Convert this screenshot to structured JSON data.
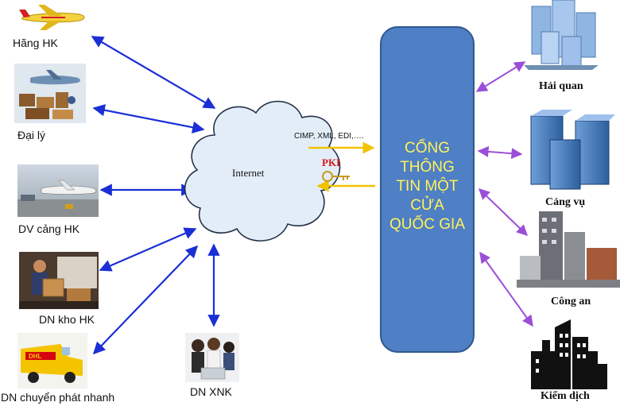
{
  "left_nodes": [
    {
      "label": "Hãng HK",
      "icon": "airplane-icon"
    },
    {
      "label": "Đại lý",
      "icon": "cargo-plane-icon"
    },
    {
      "label": "DV cảng HK",
      "icon": "airport-apron-icon"
    },
    {
      "label": "DN kho HK",
      "icon": "warehouse-worker-icon"
    },
    {
      "label": "DN chuyển phát nhanh",
      "icon": "express-van-icon"
    }
  ],
  "bottom_node": {
    "label": "DN XNK",
    "icon": "office-workers-icon"
  },
  "cloud": {
    "label": "Internet"
  },
  "link_top": {
    "label": "CIMP, XML, EDI,…."
  },
  "link_bottom": {
    "label": "PKI",
    "icon": "key-icon"
  },
  "hub": {
    "lines": [
      "CỔNG",
      "THÔNG",
      "TIN MỘT",
      "CỬA",
      "QUỐC GIA"
    ]
  },
  "right_nodes": [
    {
      "label": "Hải quan",
      "icon": "buildings-icon"
    },
    {
      "label": "Cảng vụ",
      "icon": "office-towers-icon"
    },
    {
      "label": "Công an",
      "icon": "city-block-icon"
    },
    {
      "label": "Kiểm dịch",
      "icon": "skyscraper-silhouette-icon"
    }
  ],
  "colors": {
    "hub_fill": "#4f7fc4",
    "hub_text": "#fff35a",
    "arrow_left": "#1a2fd6",
    "arrow_right": "#9b4fd9",
    "arrow_gateway": "#f2c200",
    "pki_text": "#d8141a"
  }
}
